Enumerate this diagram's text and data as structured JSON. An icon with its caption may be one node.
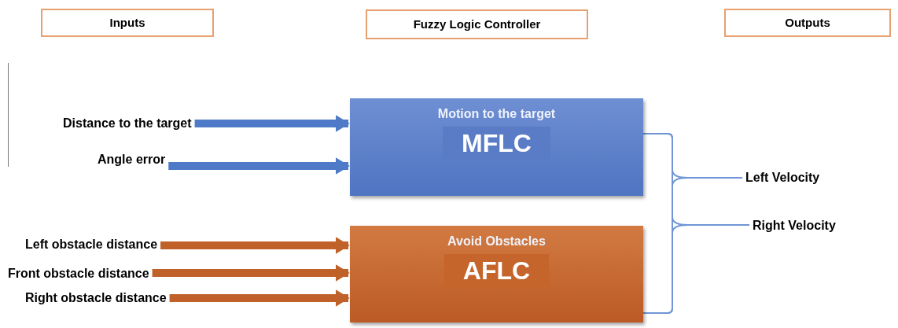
{
  "diagram": {
    "nodes": [
      {
        "text": [
          "Inputs"
        ]
      },
      {
        "text": [
          "Fuzzy Logic Controller"
        ]
      },
      {
        "text": [
          "Outputs"
        ]
      },
      {
        "text": [
          "Motion to the target",
          "MFLC"
        ]
      },
      {
        "text": [
          "Avoid Obstacles",
          "AFLC"
        ]
      },
      {
        "text": [
          "Distance to the target"
        ]
      },
      {
        "text": [
          "Angle error"
        ]
      },
      {
        "text": [
          "Left obstacle distance"
        ]
      },
      {
        "text": [
          "Front obstacle distance"
        ]
      },
      {
        "text": [
          "Right obstacle distance"
        ]
      },
      {
        "text": [
          "Left Velocity"
        ]
      },
      {
        "text": [
          "Right Velocity"
        ]
      }
    ],
    "edges": [
      {
        "from": 5,
        "to": 3,
        "arrow": "to",
        "color": "#4f7ac7"
      },
      {
        "from": 6,
        "to": 3,
        "arrow": "to",
        "color": "#4f7ac7"
      },
      {
        "from": 7,
        "to": 4,
        "arrow": "to",
        "color": "#c0612a"
      },
      {
        "from": 8,
        "to": 4,
        "arrow": "to",
        "color": "#c0612a"
      },
      {
        "from": 9,
        "to": 4,
        "arrow": "to",
        "color": "#c0612a"
      },
      {
        "from": 3,
        "to": 10,
        "arrow": "none"
      },
      {
        "from": 3,
        "to": 11,
        "arrow": "none"
      },
      {
        "from": 4,
        "to": 10,
        "arrow": "none"
      },
      {
        "from": 4,
        "to": 11,
        "arrow": "none"
      }
    ]
  }
}
